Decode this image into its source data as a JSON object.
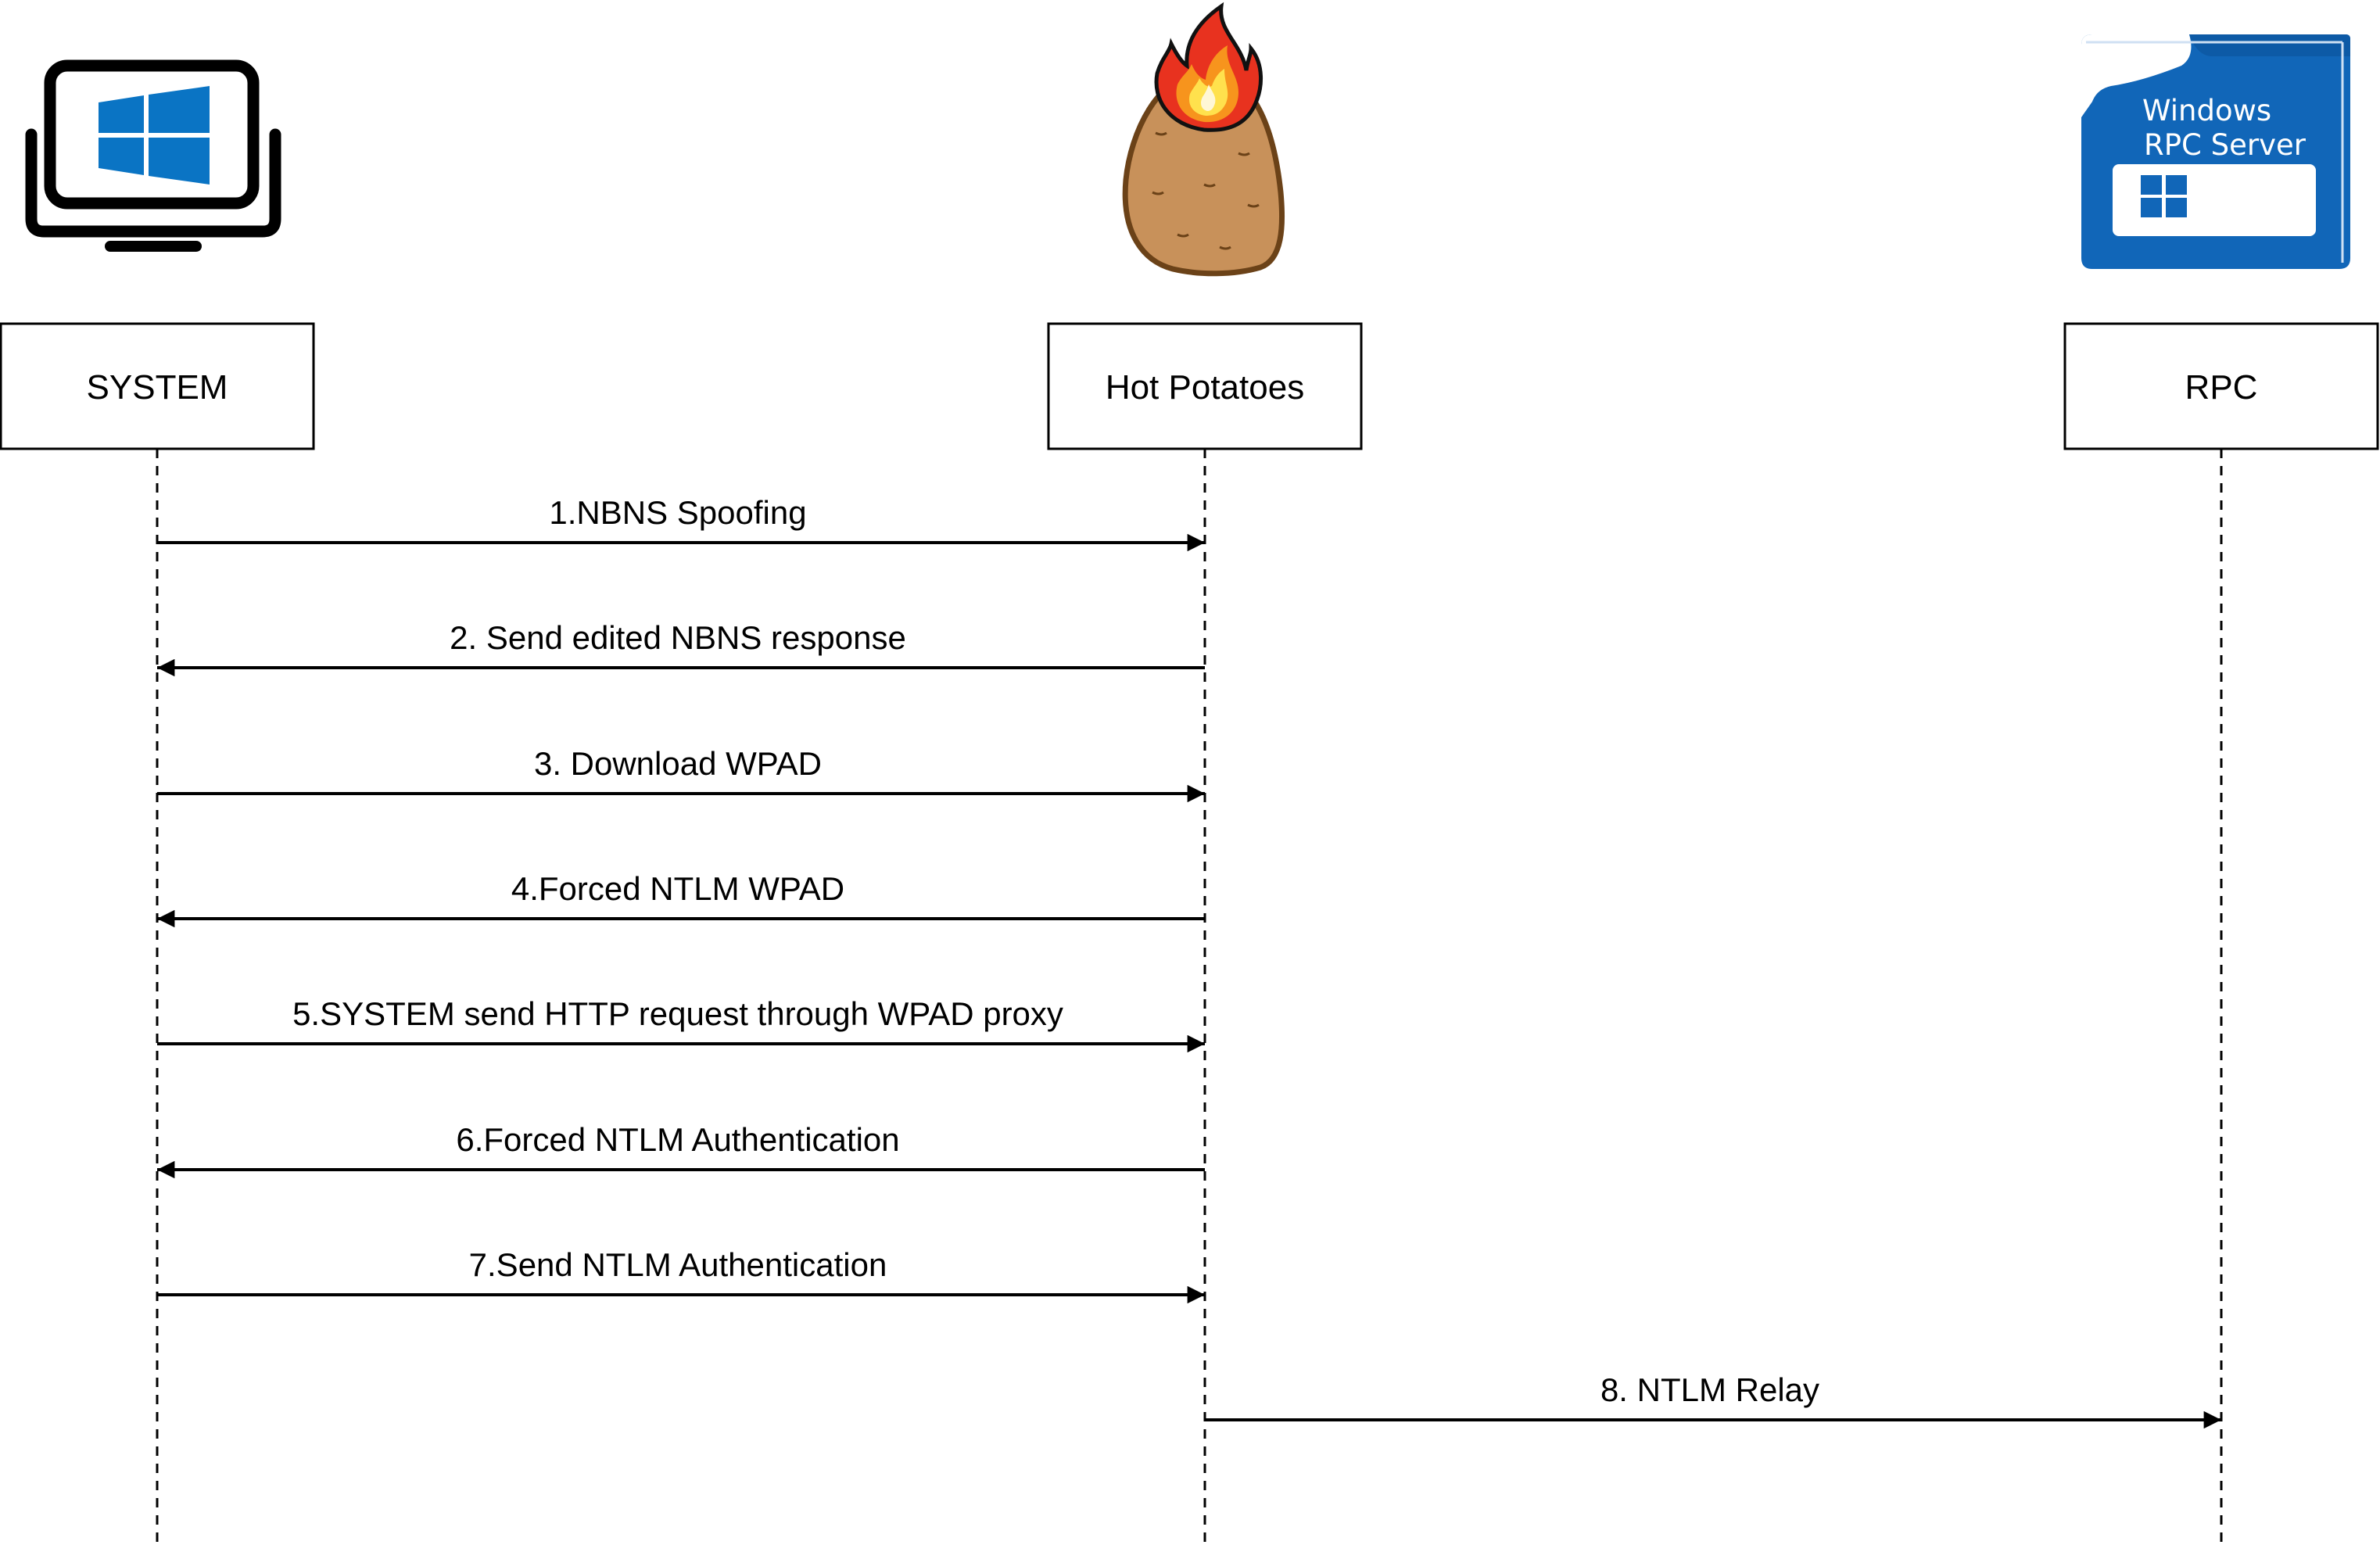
{
  "actors": [
    {
      "id": "system",
      "label": "SYSTEM",
      "icon": "windows-monitor-icon"
    },
    {
      "id": "hot",
      "label": "Hot Potatoes",
      "icon": "flaming-potato-icon"
    },
    {
      "id": "rpc",
      "label": "RPC",
      "icon": "windows-rpc-server-icon"
    }
  ],
  "rpc_badge": {
    "line1": "Windows",
    "line2": "RPC Server"
  },
  "messages": [
    {
      "label": "1.NBNS Spoofing",
      "from": "system",
      "to": "hot"
    },
    {
      "label": "2. Send edited NBNS response",
      "from": "hot",
      "to": "system"
    },
    {
      "label": "3. Download WPAD",
      "from": "system",
      "to": "hot"
    },
    {
      "label": "4.Forced NTLM WPAD",
      "from": "hot",
      "to": "system"
    },
    {
      "label": "5.SYSTEM send HTTP request through WPAD proxy",
      "from": "system",
      "to": "hot"
    },
    {
      "label": "6.Forced NTLM Authentication",
      "from": "hot",
      "to": "system"
    },
    {
      "label": "7.Send NTLM Authentication",
      "from": "system",
      "to": "hot"
    },
    {
      "label": "8. NTLM Relay",
      "from": "hot",
      "to": "rpc"
    }
  ],
  "colors": {
    "line": "#000000",
    "windows_blue": "#0a74c4",
    "rpc_blue": "#1166b8",
    "potato": "#c8915a",
    "potato_outline": "#6b4218",
    "flame_red": "#e8321f",
    "flame_orange": "#f7941d",
    "flame_yellow": "#ffe14d"
  }
}
